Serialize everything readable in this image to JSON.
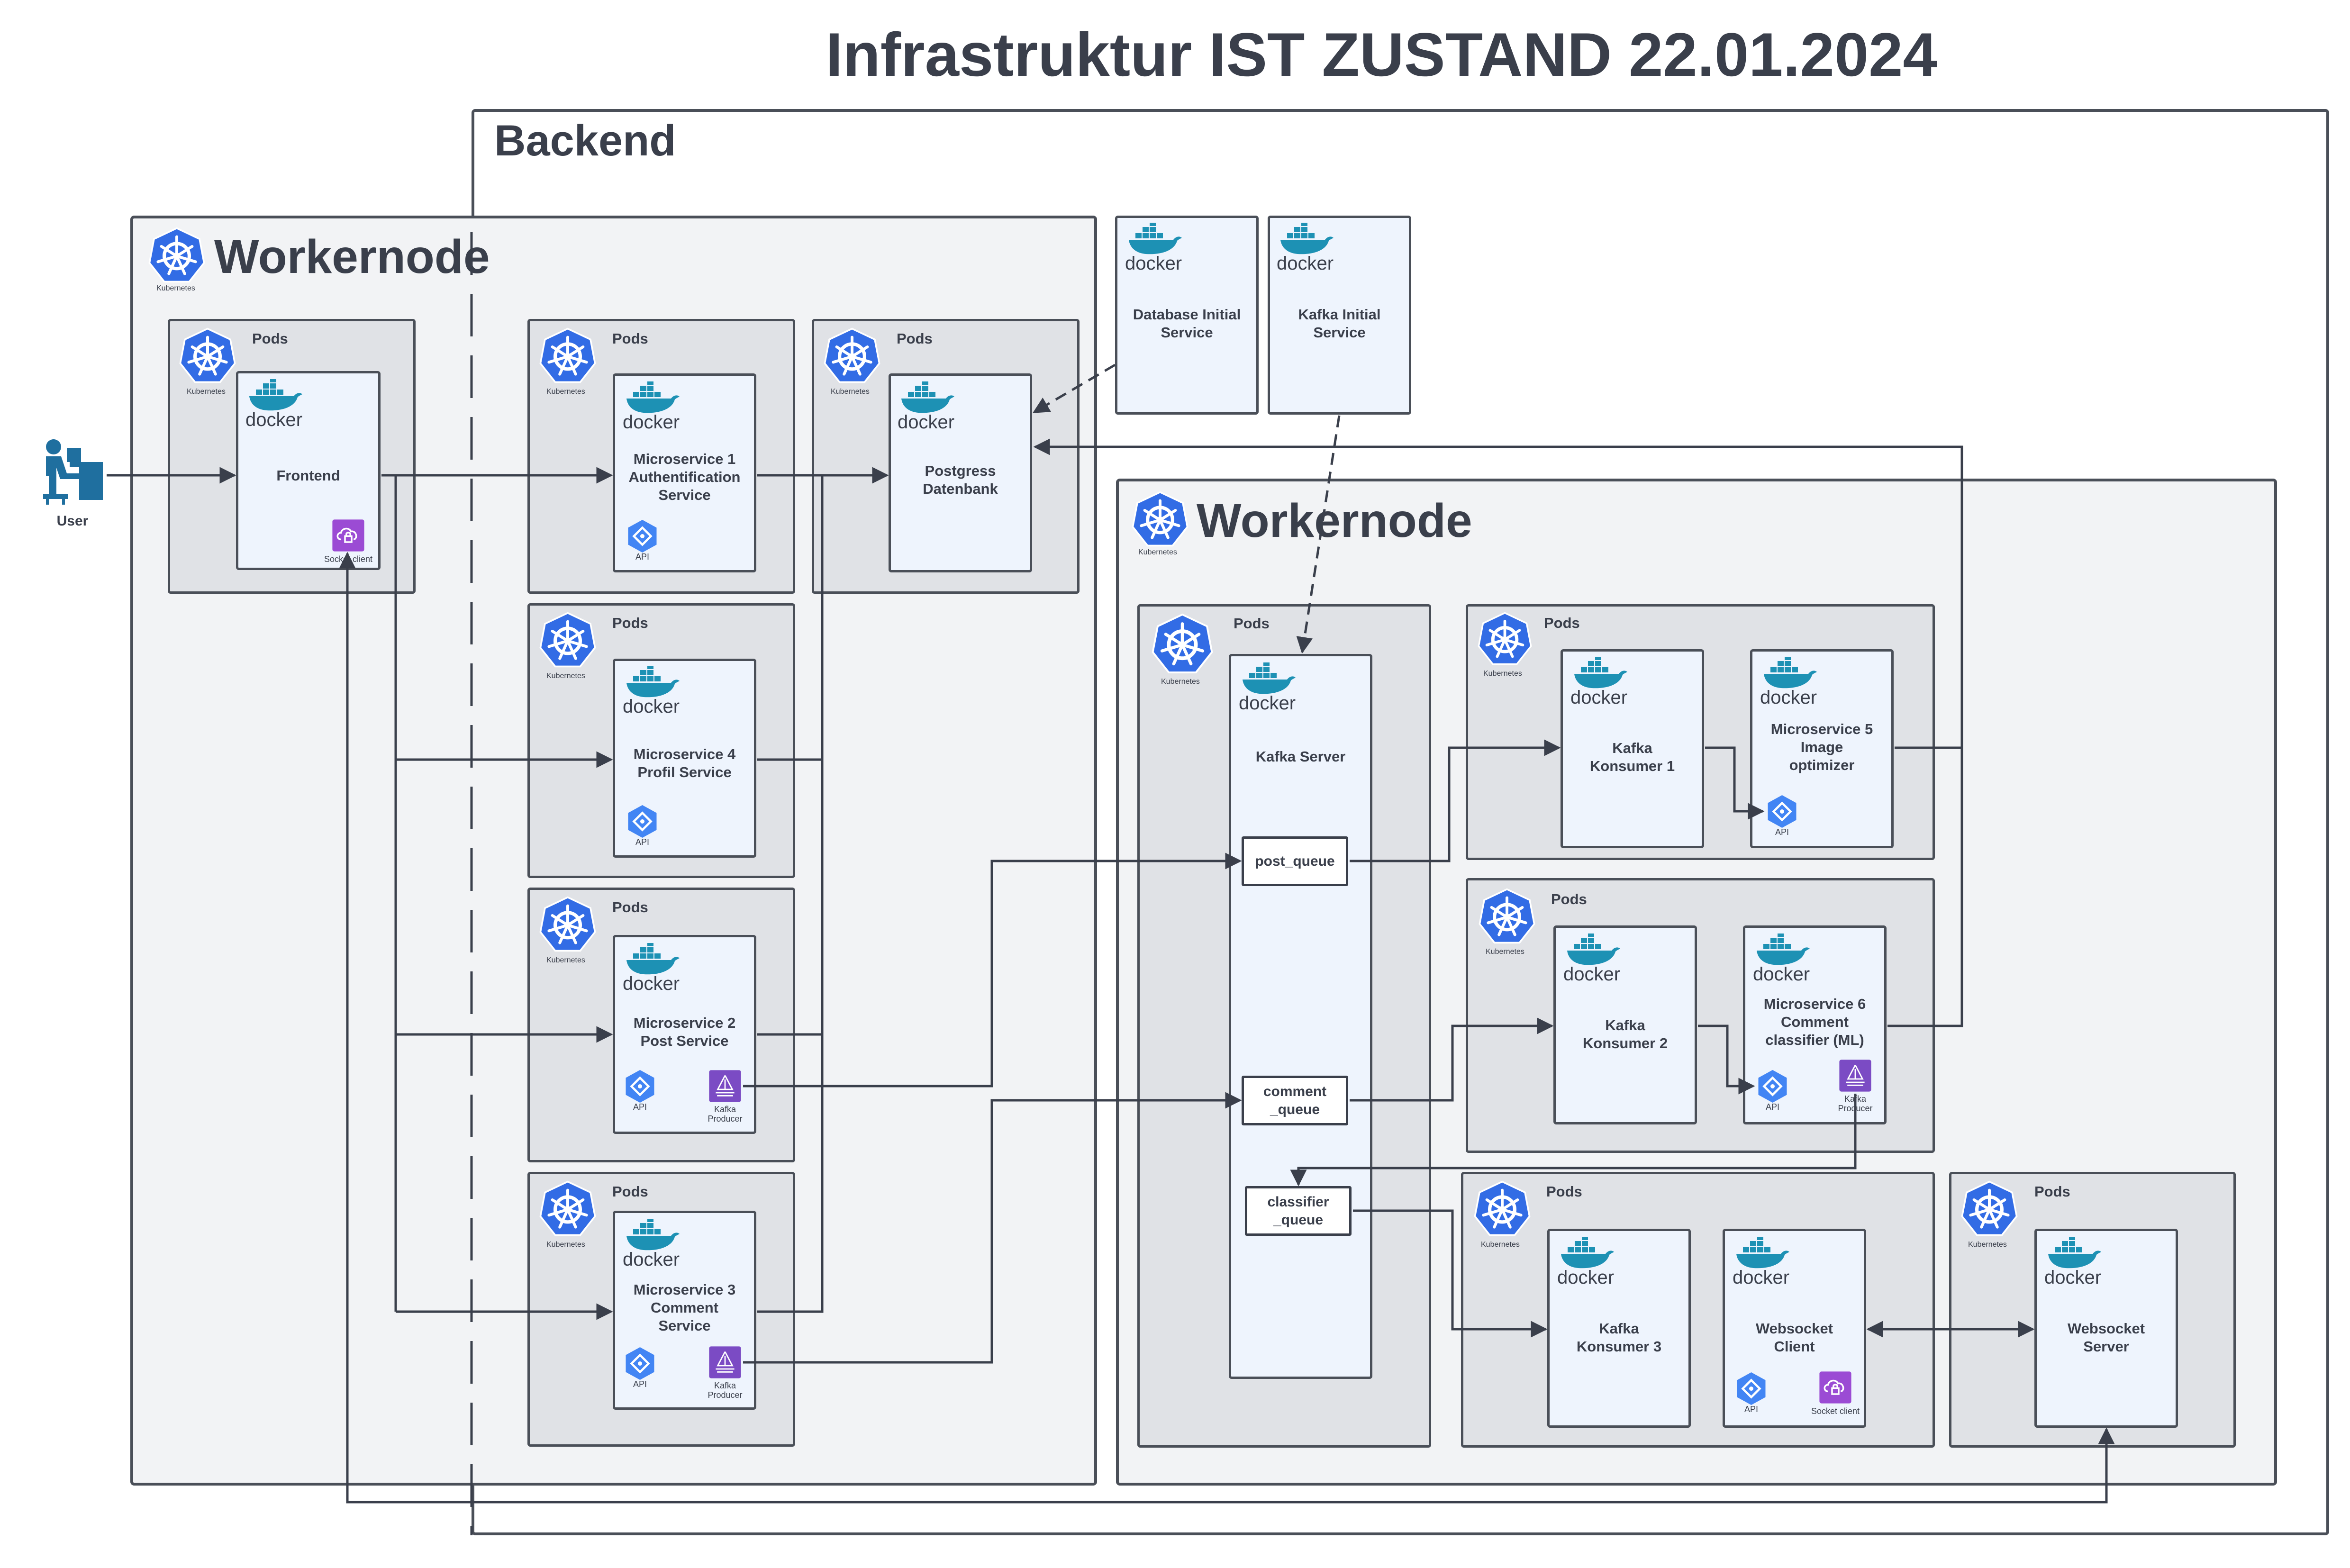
{
  "title": "Infrastruktur IST ZUSTAND 22.01.2024",
  "backend_label": "Backend",
  "workernode_label": "Workernode",
  "pods_label": "Pods",
  "kubernetes_caption": "Kubernetes",
  "docker_caption": "docker",
  "user_label": "User",
  "services": {
    "frontend": "Frontend",
    "ms1": "Microservice 1\nAuthentification\nService",
    "postgres": "Postgress\nDatenbank",
    "db_init": "Database Initial\nService",
    "kafka_init": "Kafka Initial\nService",
    "ms4": "Microservice 4\nProfil Service",
    "ms2": "Microservice 2\nPost Service",
    "ms3": "Microservice 3\nComment\nService",
    "kafka_server": "Kafka Server",
    "kafka_k1": "Kafka\nKonsumer 1",
    "ms5": "Microservice 5\nImage\noptimizer",
    "kafka_k2": "Kafka\nKonsumer 2",
    "ms6": "Microservice 6\nComment\nclassifier (ML)",
    "kafka_k3": "Kafka\nKonsumer 3",
    "ws_client": "Websocket\nClient",
    "ws_server": "Websocket\nServer"
  },
  "queues": {
    "post": "post_queue",
    "comment": "comment\n_queue",
    "classifier": "classifier\n_queue"
  },
  "badges": {
    "api": "API",
    "kafka_producer": "Kafka\nProducer",
    "socket_client": "Socket client"
  },
  "colors": {
    "k8s_blue": "#326ce5",
    "docker_blue": "#1d91b4",
    "api_blue": "#4285f4",
    "purple": "#7b4bc4",
    "user_blue": "#1f6f9f",
    "line": "#3a3f4b",
    "card_fill": "#eef4fd",
    "pod_fill": "#e0e2e6",
    "node_fill": "#f2f3f5"
  }
}
